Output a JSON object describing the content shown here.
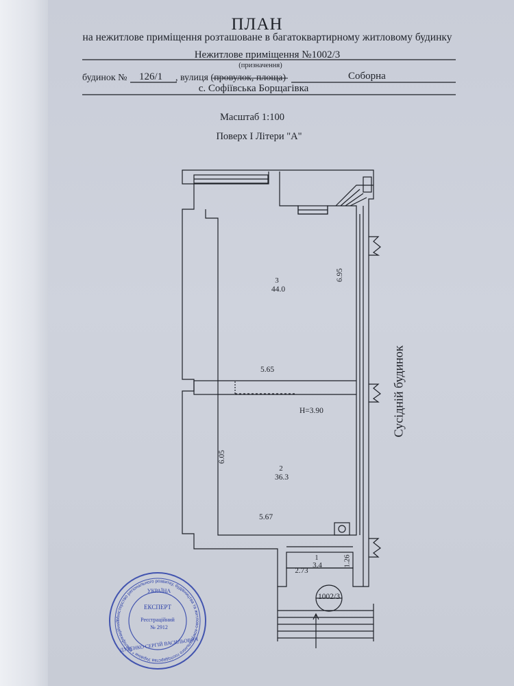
{
  "header": {
    "title": "ПЛАН",
    "subtitle": "на нежитлове приміщення розташоване в багатоквартирному житловому будинку",
    "premises": "Нежитлове приміщення №1002/3",
    "purpose_hint": "(призначення)",
    "house_prefix": "будинок №",
    "house_number": "126/1",
    "street_prefix": ", вулиця (провулок, площа)",
    "street_name": "Соборна",
    "village": "с. Софіївська Борщагівка",
    "scale": "Масштаб 1:100",
    "floor": "Поверх І Літери \"А\""
  },
  "plan": {
    "room3": {
      "number": "3",
      "area": "44.0",
      "width": "5.65",
      "length": "6.95"
    },
    "room2": {
      "number": "2",
      "area": "36.3",
      "width": "5.67",
      "length": "6.05",
      "height": "H=3.90"
    },
    "room1": {
      "number": "1",
      "area": "3.4",
      "width": "2.73",
      "length": "1.26"
    },
    "entrance_label": "1002/3",
    "neighbor_label": "Сусідній будинок"
  },
  "stamp": {
    "country": "УКРАЇНА",
    "role": "ЕКСПЕРТ",
    "reg_label": "Реєстраційний",
    "reg_number": "№ 2912",
    "name": "ДУБЕНКО СЕРГІЙ ВАСИЛЬОВИЧ",
    "ring_text": "Міністерство регіонального розвитку, будівництва та житлово-комунального господарства України * Кваліфікаційний сертифікат * Технічна інвентаризація * "
  },
  "colors": {
    "ink": "#1d2027",
    "stamp": "#2b3fa8",
    "paper": "#cdd1db"
  }
}
